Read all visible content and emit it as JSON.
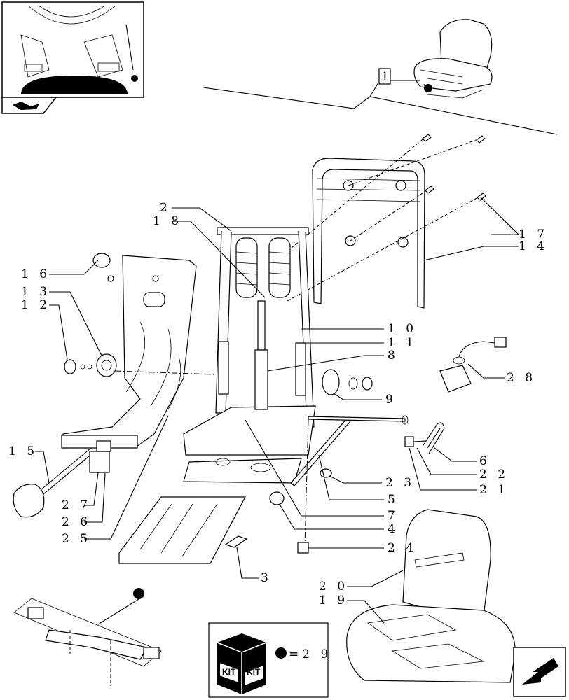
{
  "callouts": [
    {
      "id": "1",
      "text": "1"
    },
    {
      "id": "2",
      "text": "2"
    },
    {
      "id": "18",
      "text": "1 8"
    },
    {
      "id": "17",
      "text": "1 7"
    },
    {
      "id": "14",
      "text": "1 4"
    },
    {
      "id": "16",
      "text": "1 6"
    },
    {
      "id": "13",
      "text": "1 3"
    },
    {
      "id": "12",
      "text": "1 2"
    },
    {
      "id": "10",
      "text": "1 0"
    },
    {
      "id": "11",
      "text": "1 1"
    },
    {
      "id": "8",
      "text": "8"
    },
    {
      "id": "9",
      "text": "9"
    },
    {
      "id": "28",
      "text": "2 8"
    },
    {
      "id": "6",
      "text": "6"
    },
    {
      "id": "22",
      "text": "2 2"
    },
    {
      "id": "21",
      "text": "2 1"
    },
    {
      "id": "15",
      "text": "1 5"
    },
    {
      "id": "23",
      "text": "2 3"
    },
    {
      "id": "5",
      "text": "5"
    },
    {
      "id": "27",
      "text": "2 7"
    },
    {
      "id": "7",
      "text": "7"
    },
    {
      "id": "26",
      "text": "2 6"
    },
    {
      "id": "4",
      "text": "4"
    },
    {
      "id": "25",
      "text": "2 5"
    },
    {
      "id": "24",
      "text": "2 4"
    },
    {
      "id": "3",
      "text": "3"
    },
    {
      "id": "20",
      "text": "2 0"
    },
    {
      "id": "19",
      "text": "1 9"
    }
  ],
  "kit": {
    "badge_left": "KIT",
    "badge_right": "KIT",
    "legend": "=2 9"
  },
  "icons": {
    "nav_top": "vehicle-section-icon",
    "nav_bottom": "back-arrow-icon"
  }
}
